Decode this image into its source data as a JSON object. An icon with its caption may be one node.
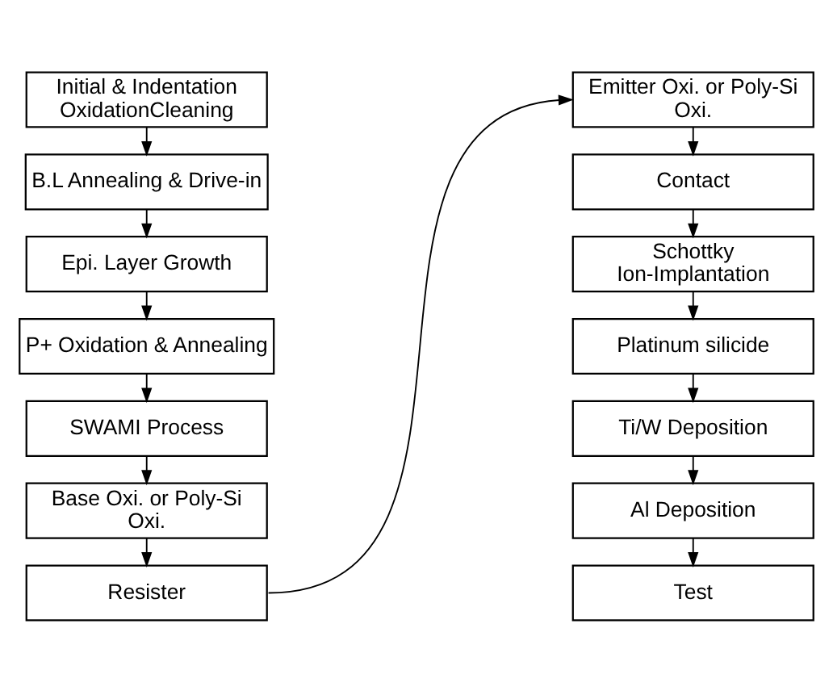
{
  "diagram": {
    "nodes": [
      {
        "text": [
          "Initial & Indentation OxidationCleaning"
        ]
      },
      {
        "text": [
          "B.L Annealing & Drive-in"
        ]
      },
      {
        "text": [
          "Epi. Layer Growth"
        ]
      },
      {
        "text": [
          "P+ Oxidation & Annealing"
        ]
      },
      {
        "text": [
          "SWAMI Process"
        ]
      },
      {
        "text": [
          "Base Oxi. or Poly-Si Oxi."
        ]
      },
      {
        "text": [
          "Resister"
        ]
      },
      {
        "text": [
          "Emitter Oxi. or Poly-Si Oxi."
        ]
      },
      {
        "text": [
          "Contact"
        ]
      },
      {
        "text": [
          "Schottky Ion-Implantation"
        ]
      },
      {
        "text": [
          "Platinum silicide"
        ]
      },
      {
        "text": [
          "Ti/W Deposition"
        ]
      },
      {
        "text": [
          "Al Deposition"
        ]
      },
      {
        "text": [
          "Test"
        ]
      }
    ],
    "edges": [
      {
        "from": 0,
        "to": 1,
        "arrow": "to"
      },
      {
        "from": 1,
        "to": 2,
        "arrow": "to"
      },
      {
        "from": 2,
        "to": 3,
        "arrow": "to"
      },
      {
        "from": 3,
        "to": 4,
        "arrow": "to"
      },
      {
        "from": 4,
        "to": 5,
        "arrow": "to"
      },
      {
        "from": 5,
        "to": 6,
        "arrow": "to"
      },
      {
        "from": 6,
        "to": 7,
        "arrow": "to"
      },
      {
        "from": 7,
        "to": 8,
        "arrow": "to"
      },
      {
        "from": 8,
        "to": 9,
        "arrow": "to"
      },
      {
        "from": 9,
        "to": 10,
        "arrow": "to"
      },
      {
        "from": 10,
        "to": 11,
        "arrow": "to"
      },
      {
        "from": 11,
        "to": 12,
        "arrow": "to"
      },
      {
        "from": 12,
        "to": 13,
        "arrow": "to"
      }
    ]
  }
}
